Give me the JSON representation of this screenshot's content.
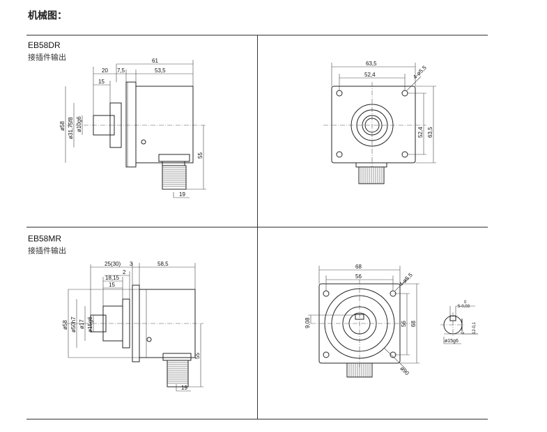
{
  "page_title": "机械图：",
  "sections": [
    {
      "model": "EB58DR",
      "output": "接插件输出",
      "side_dims": {
        "total_len": "61",
        "shaft_len": "20",
        "flange": "7,5",
        "body_len": "53,5",
        "shaft_inner": "15",
        "dia_body": "ø58",
        "dia_flange": "ø31,75f8",
        "dia_shaft": "ø10g6",
        "connector_height": "55",
        "connector_width": "19"
      },
      "front_dims": {
        "outer_w": "63,5",
        "hole_spacing": "52,4",
        "holes": "4-ø5,5",
        "v_hole_spacing": "52,4",
        "v_outer": "63,5"
      }
    },
    {
      "model": "EB58MR",
      "output": "接插件输出",
      "side_dims": {
        "shaft_len": "25(30)",
        "flange": "3",
        "body_len": "58,5",
        "step": "2",
        "shaft_mid": "18,15",
        "shaft_inner": "15",
        "dia_body": "ø58",
        "dia_flange": "ø50h7",
        "dia_hub": "ø17",
        "dia_shaft": "ø15g6",
        "connector_height": "55",
        "connector_width": "19"
      },
      "front_dims": {
        "outer_w": "68",
        "hole_spacing": "56",
        "holes": "4-ø5,5",
        "offset": "9,08",
        "v_hole_spacing": "56",
        "v_outer": "68",
        "pcd": "ø90"
      },
      "shaft_detail": {
        "key_tol_top": "0",
        "key_width": "5-0,03",
        "flat_tol_top": "0",
        "flat_depth": "12-0,1",
        "shaft_dia": "ø15g6"
      }
    }
  ]
}
